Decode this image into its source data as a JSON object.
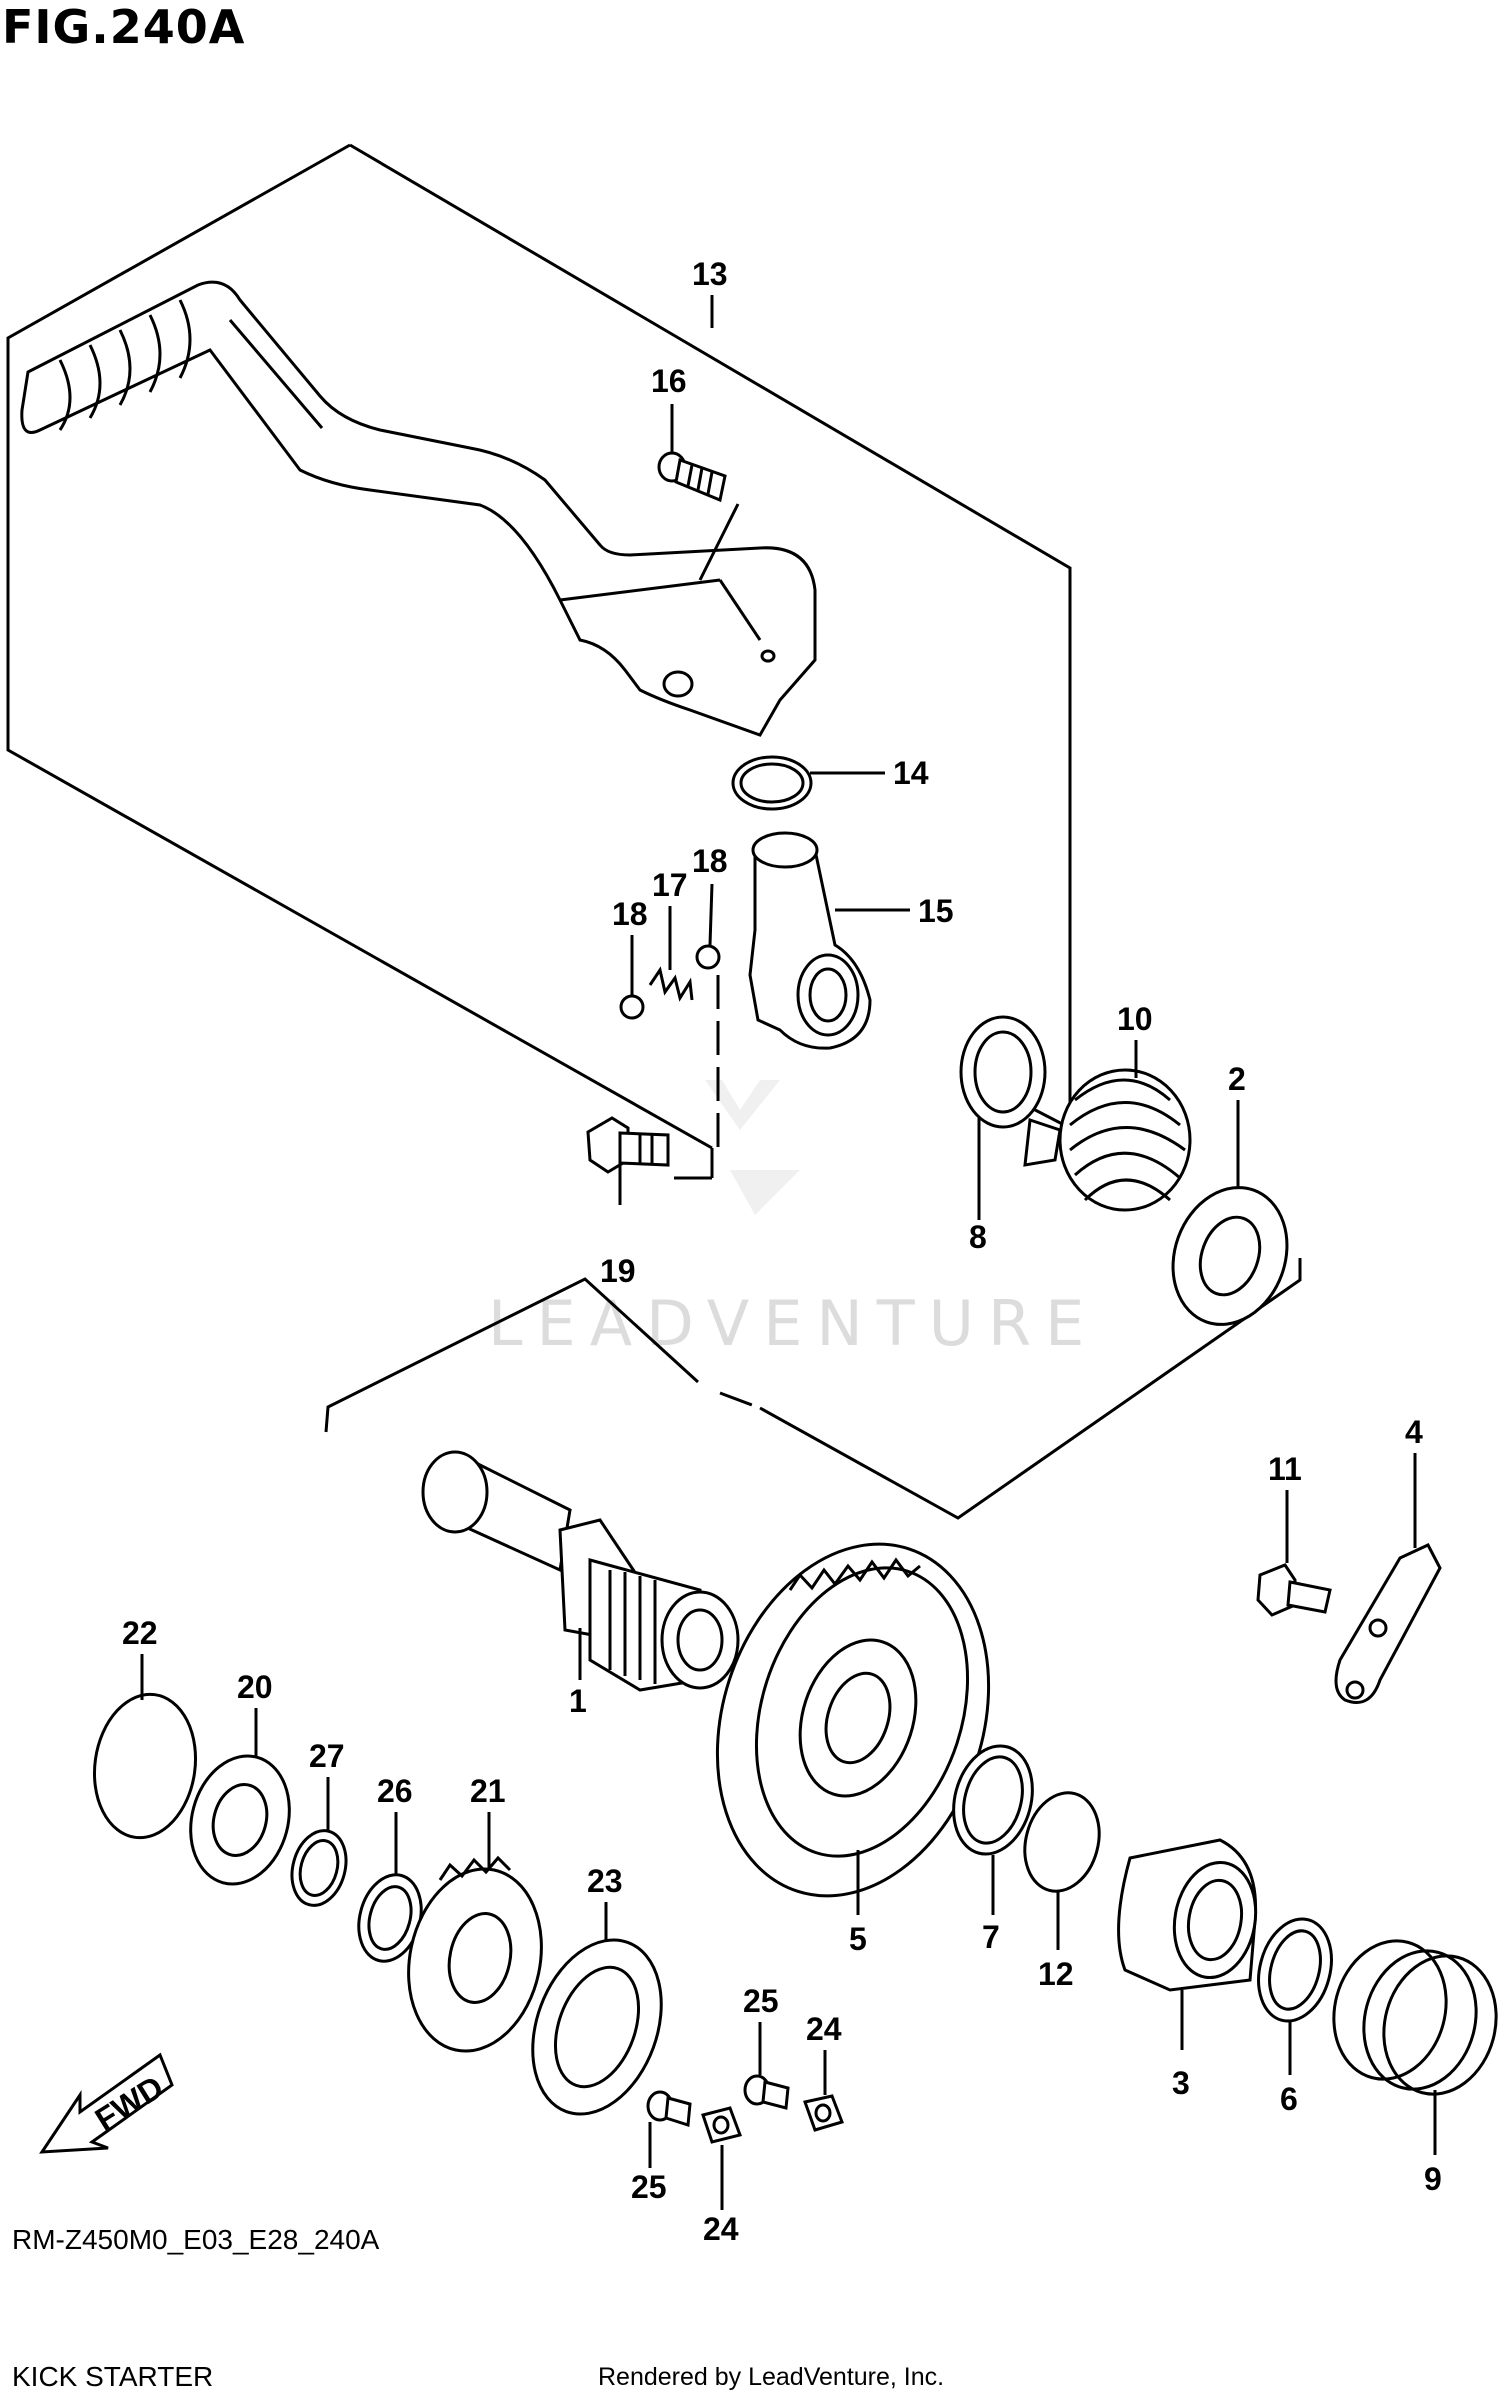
{
  "figure": {
    "title": "FIG.240A",
    "code": "RM-Z450M0_E03_E28_240A",
    "description": "KICK STARTER",
    "credit": "Rendered by LeadVenture, Inc."
  },
  "watermark": {
    "text": "LEADVENTURE"
  },
  "fwd_label": "FWD",
  "callouts": {
    "c1": "1",
    "c2": "2",
    "c3": "3",
    "c4": "4",
    "c5": "5",
    "c6": "6",
    "c7": "7",
    "c8": "8",
    "c9": "9",
    "c10": "10",
    "c11": "11",
    "c12": "12",
    "c13": "13",
    "c14": "14",
    "c15": "15",
    "c16": "16",
    "c17": "17",
    "c18a": "18",
    "c18b": "18",
    "c19": "19",
    "c20": "20",
    "c21": "21",
    "c22": "22",
    "c23": "23",
    "c24a": "24",
    "c24b": "24",
    "c25a": "25",
    "c25b": "25",
    "c26": "26",
    "c27": "27"
  }
}
